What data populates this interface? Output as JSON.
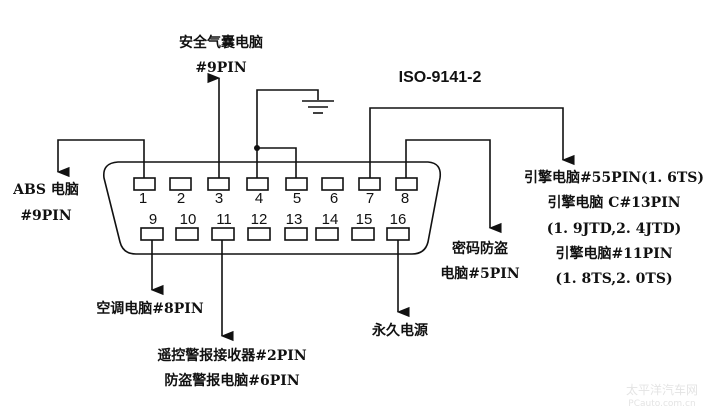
{
  "title": "ISO-9141-2",
  "pins_top": [
    "1",
    "2",
    "3",
    "4",
    "5",
    "6",
    "7",
    "8"
  ],
  "pins_bottom": [
    "9",
    "10",
    "11",
    "12",
    "13",
    "14",
    "15",
    "16"
  ],
  "labels": {
    "airbag": [
      "安全气囊电脑",
      "#9PIN"
    ],
    "abs": [
      "ABS 电脑",
      "#9PIN"
    ],
    "immobilizer": [
      "密码防盗",
      "电脑#5PIN"
    ],
    "engine": [
      "引擎电脑#55PIN(1. 6TS)",
      "引擎电脑 C#13PIN",
      "(1. 9JTD,2. 4JTD)",
      "引擎电脑#11PIN",
      "(1. 8TS,2. 0TS)"
    ],
    "ac": [
      "空调电脑#8PIN"
    ],
    "alarm": [
      "遥控警报接收器#2PIN",
      "防盗警报电脑#6PIN"
    ],
    "power": [
      "永久电源"
    ]
  },
  "watermark": [
    "太平洋汽车网",
    "PCauto.com.cn"
  ]
}
